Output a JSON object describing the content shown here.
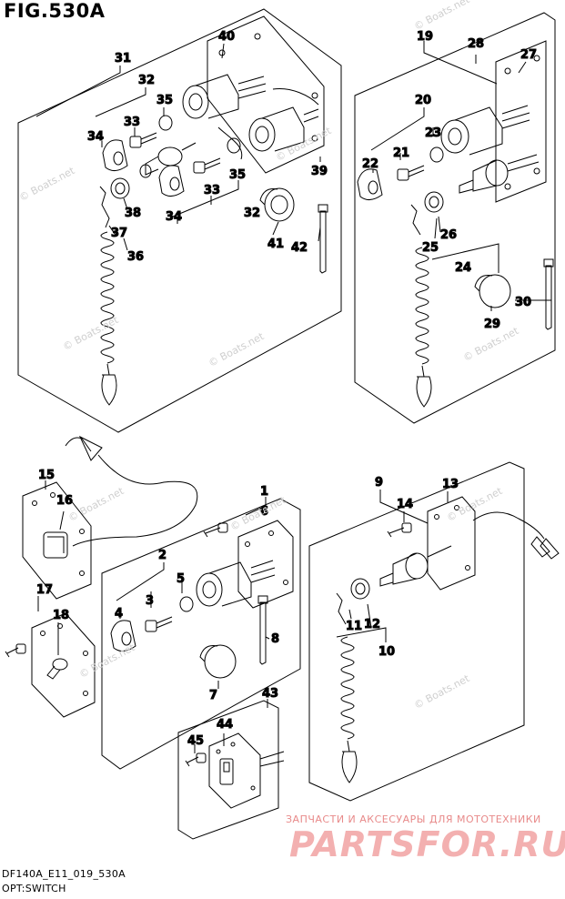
{
  "figure_title": "FIG.530A",
  "footer": {
    "code": "DF140A_E11_019_530A",
    "name": "OPT:SWITCH"
  },
  "watermark": {
    "tagline": "ЗАПЧАСТИ И АКСЕСУАРЫ ДЛЯ МОТОТЕХНИКИ",
    "logo": "PARTSFOR.RU",
    "site_marks": [
      "© Boats.net"
    ]
  },
  "part_labels": {
    "p1": "1",
    "p2": "2",
    "p3": "3",
    "p4": "4",
    "p5": "5",
    "p6": "6",
    "p7": "7",
    "p8": "8",
    "p9": "9",
    "p10": "10",
    "p11": "11",
    "p12": "12",
    "p13": "13",
    "p14": "14",
    "p15": "15",
    "p16": "16",
    "p17": "17",
    "p18": "18",
    "p19": "19",
    "p20": "20",
    "p21": "21",
    "p22": "22",
    "p23": "23",
    "p24": "24",
    "p25": "25",
    "p26": "26",
    "p27": "27",
    "p28": "28",
    "p29": "29",
    "p30": "30",
    "p31": "31",
    "p32": "32",
    "p33a": "33",
    "p33b": "33",
    "p34a": "34",
    "p34b": "34",
    "p35a": "35",
    "p35b": "35",
    "p36": "36",
    "p37": "37",
    "p38": "38",
    "p39": "39",
    "p40": "40",
    "p41": "41",
    "p42": "42",
    "p43": "43",
    "p44": "44",
    "p45": "45"
  }
}
